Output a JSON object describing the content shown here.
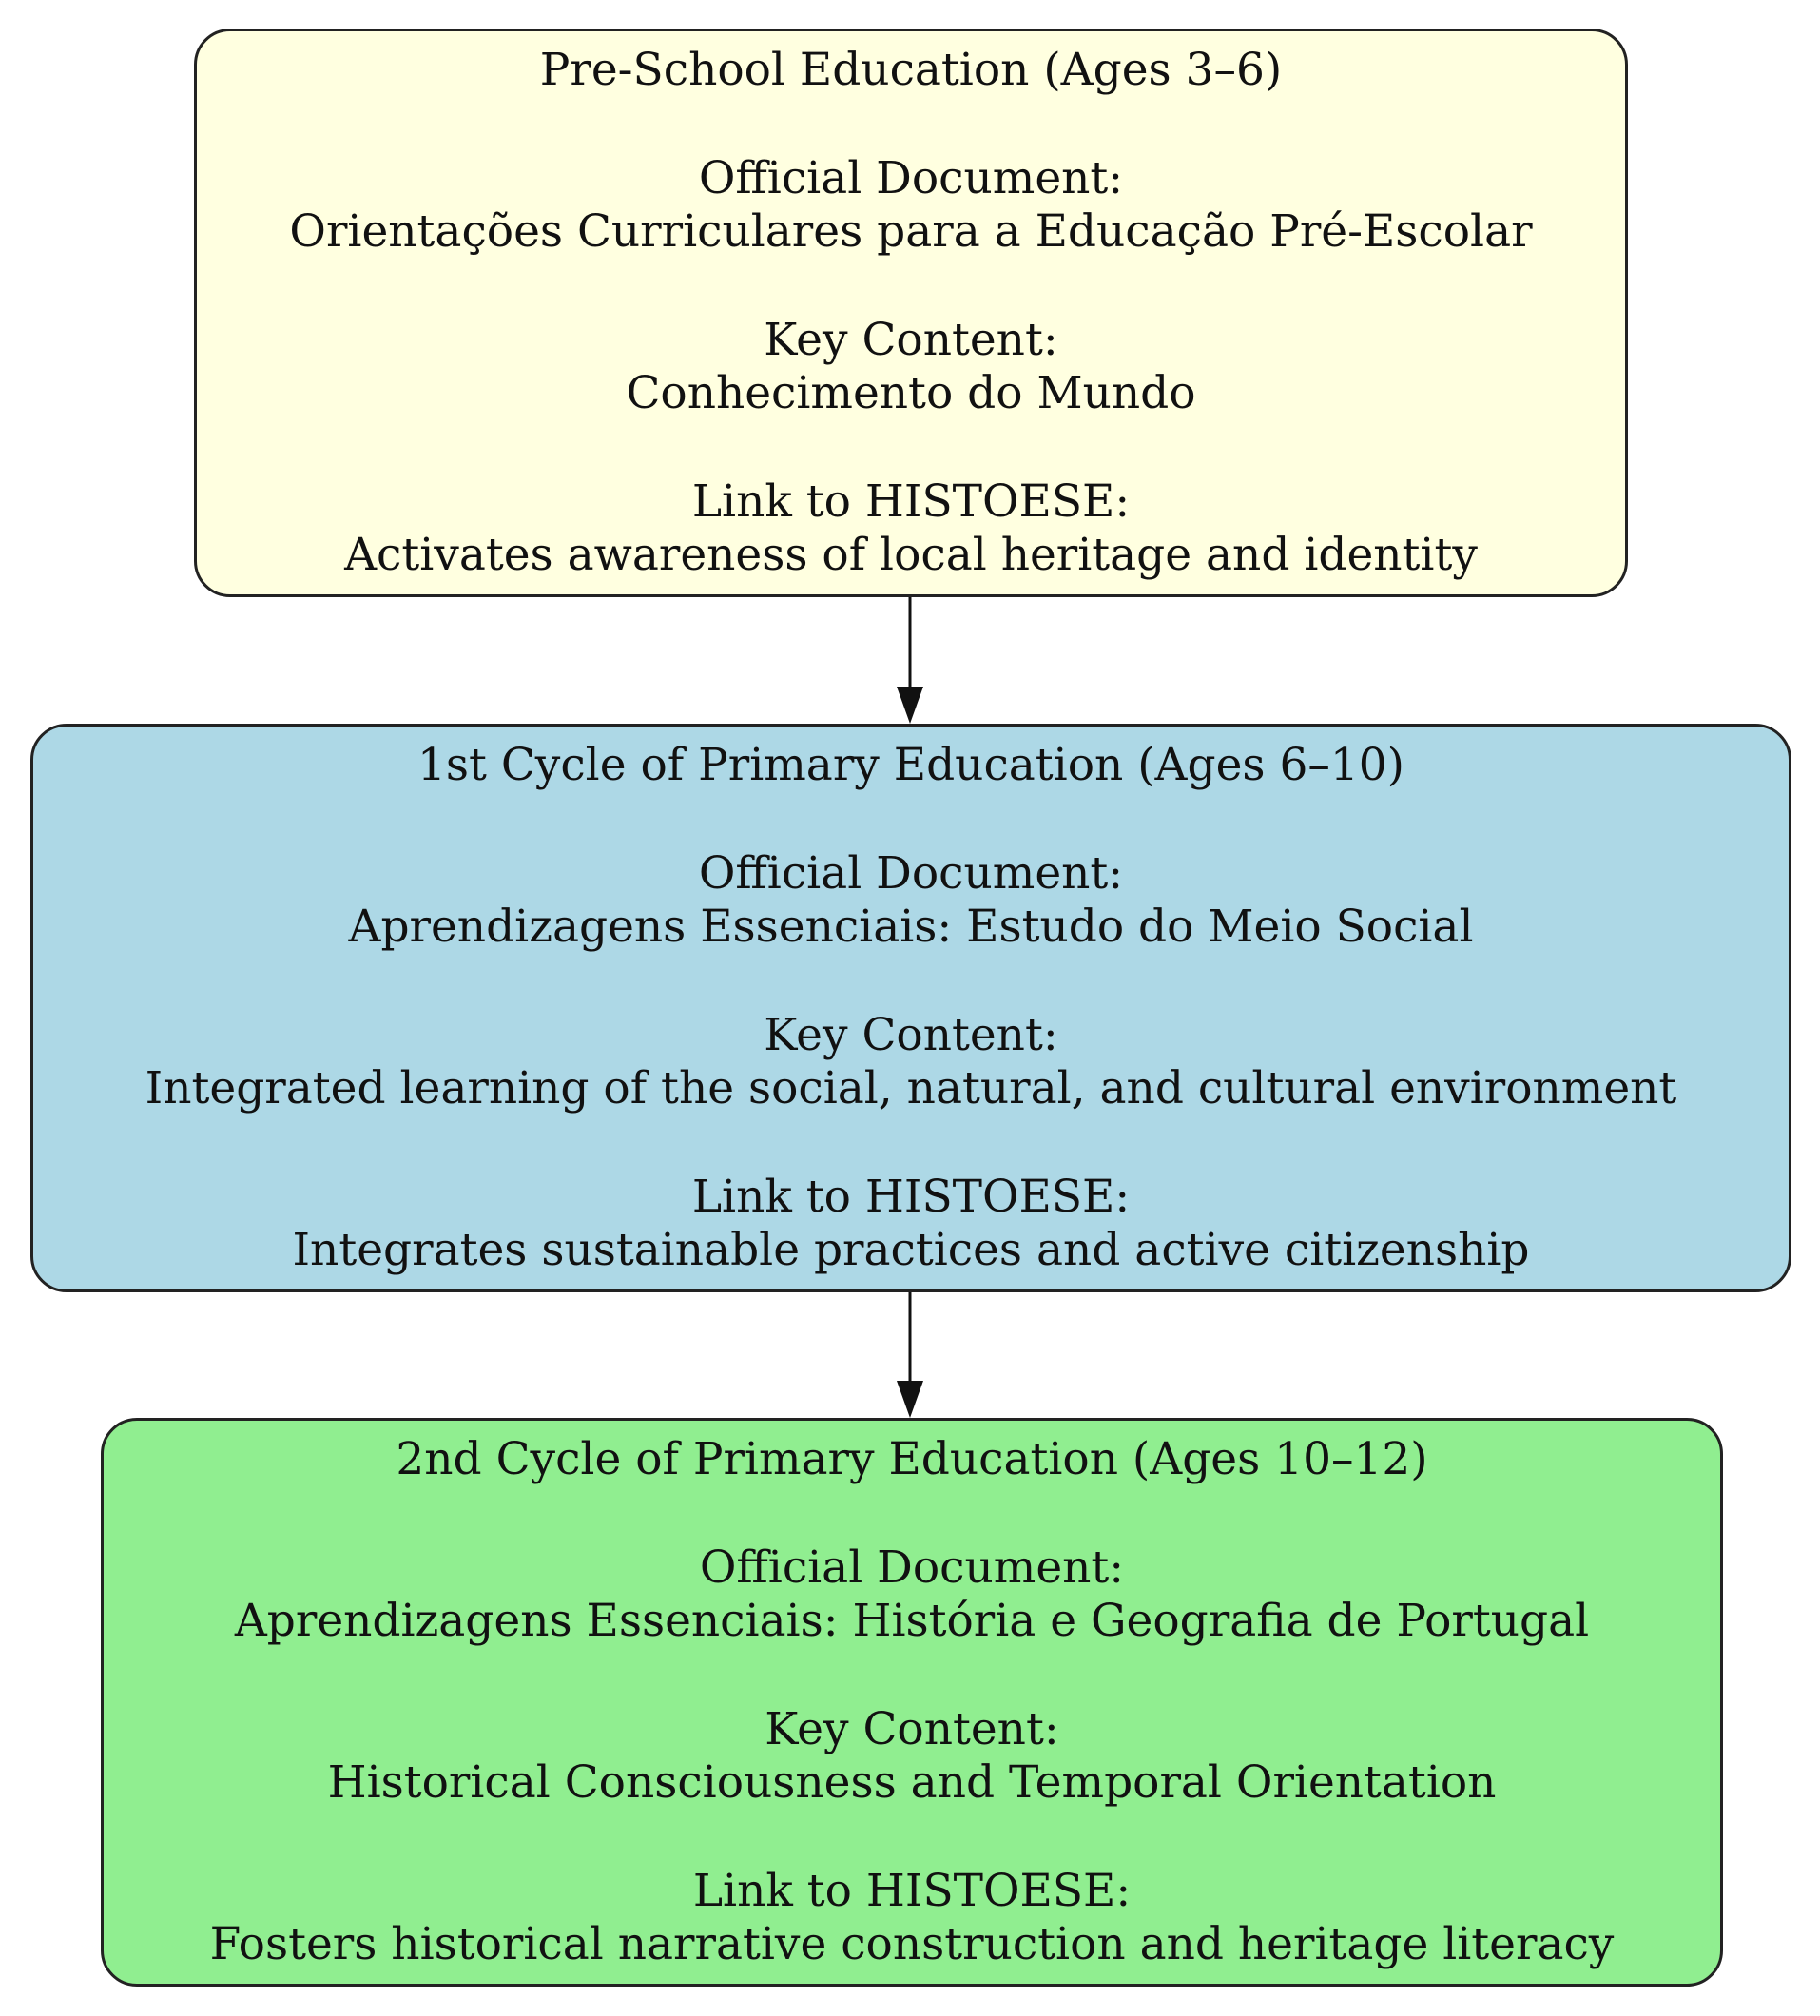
{
  "nodes": [
    {
      "id": "preschool",
      "fill": "#ffffe0",
      "title": "Pre-School Education (Ages 3–6)",
      "doc_label": "Official Document:",
      "doc_value": "Orientações Curriculares para a Educação Pré-Escolar",
      "content_label": "Key Content:",
      "content_value": "Conhecimento do Mundo",
      "link_label": "Link to HISTOESE:",
      "link_value": "Activates awareness of local heritage and identity"
    },
    {
      "id": "cycle1",
      "fill": "#add8e6",
      "title": "1st Cycle of Primary Education (Ages 6–10)",
      "doc_label": "Official Document:",
      "doc_value": "Aprendizagens Essenciais: Estudo do Meio Social",
      "content_label": "Key Content:",
      "content_value": "Integrated learning of the social, natural, and cultural environment",
      "link_label": "Link to HISTOESE:",
      "link_value": "Integrates sustainable practices and active citizenship"
    },
    {
      "id": "cycle2",
      "fill": "#90ee90",
      "title": "2nd Cycle of Primary Education (Ages 10–12)",
      "doc_label": "Official Document:",
      "doc_value": "Aprendizagens Essenciais: História e Geografia de Portugal",
      "content_label": "Key Content:",
      "content_value": "Historical Consciousness and Temporal Orientation",
      "link_label": "Link to HISTOESE:",
      "link_value": "Fosters historical narrative construction and heritage literacy"
    }
  ],
  "edges": [
    {
      "from": "preschool",
      "to": "cycle1"
    },
    {
      "from": "cycle1",
      "to": "cycle2"
    }
  ]
}
